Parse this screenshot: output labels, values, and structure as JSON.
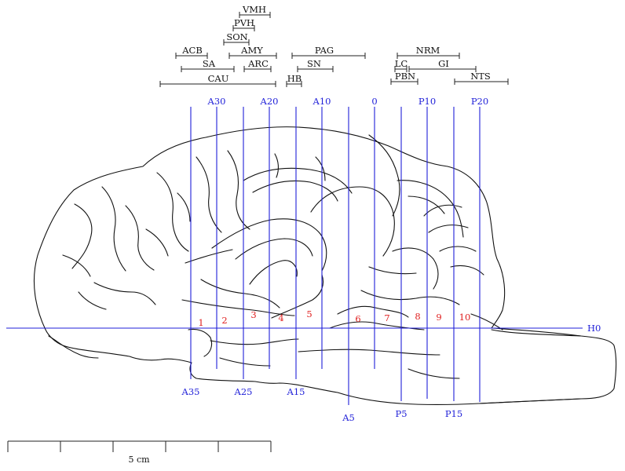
{
  "nuclei": [
    {
      "key": "vmh",
      "label": "VMH"
    },
    {
      "key": "pvh",
      "label": "PVH"
    },
    {
      "key": "son",
      "label": "SON"
    },
    {
      "key": "acb",
      "label": "ACB"
    },
    {
      "key": "amy",
      "label": "AMY"
    },
    {
      "key": "sa",
      "label": "SA"
    },
    {
      "key": "arc",
      "label": "ARC"
    },
    {
      "key": "cau",
      "label": "CAU"
    },
    {
      "key": "pag",
      "label": "PAG"
    },
    {
      "key": "sn",
      "label": "SN"
    },
    {
      "key": "hb",
      "label": "HB"
    },
    {
      "key": "nrm",
      "label": "NRM"
    },
    {
      "key": "lc",
      "label": "LC"
    },
    {
      "key": "gi",
      "label": "GI"
    },
    {
      "key": "pbn",
      "label": "PBN"
    },
    {
      "key": "nts",
      "label": "NTS"
    }
  ],
  "coronal_planes": [
    {
      "label": "A35",
      "label_side": "bottom"
    },
    {
      "label": "A30",
      "label_side": "top"
    },
    {
      "label": "A25",
      "label_side": "bottom"
    },
    {
      "label": "A20",
      "label_side": "top"
    },
    {
      "label": "A15",
      "label_side": "bottom"
    },
    {
      "label": "A10",
      "label_side": "top"
    },
    {
      "label": "A5",
      "label_side": "bottom"
    },
    {
      "label": "0",
      "label_side": "top"
    },
    {
      "label": "P5",
      "label_side": "bottom"
    },
    {
      "label": "P10",
      "label_side": "top"
    },
    {
      "label": "P15",
      "label_side": "bottom"
    },
    {
      "label": "P20",
      "label_side": "top"
    }
  ],
  "horizontal_plane": {
    "label": "H0"
  },
  "sample_sites": [
    "1",
    "2",
    "3",
    "4",
    "5",
    "6",
    "7",
    "8",
    "9",
    "10"
  ],
  "scale_bar": {
    "label": "5 cm"
  },
  "colors": {
    "planes": "#1f1fd8",
    "sites": "#e02020",
    "ink": "#111111"
  }
}
